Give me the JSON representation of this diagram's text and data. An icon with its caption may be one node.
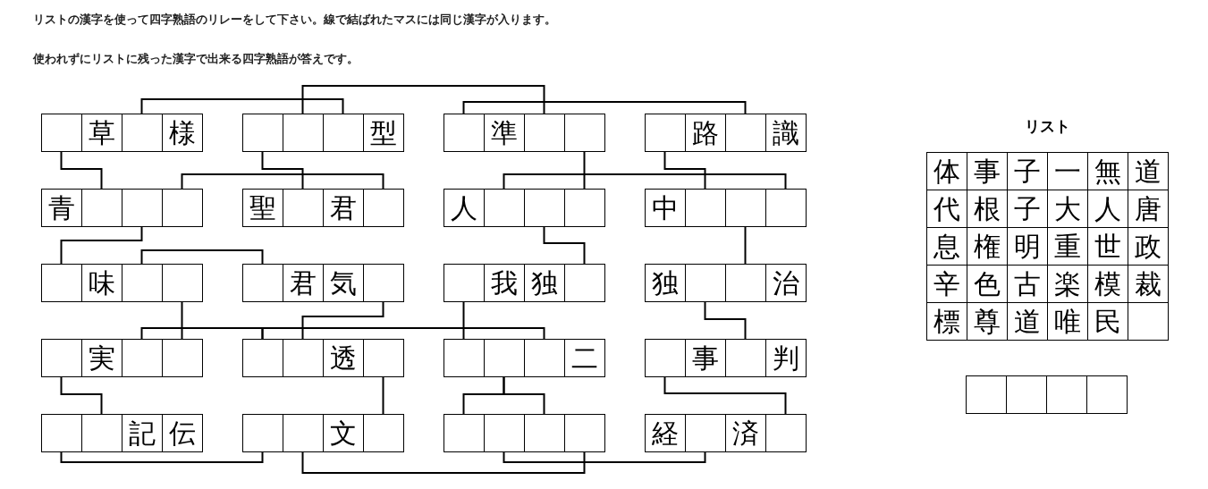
{
  "diagram": {
    "nodes": [
      {
        "text": [],
        "shape": "box"
      },
      {
        "text": [
          "草"
        ]
      },
      {
        "text": [],
        "shape": "box"
      },
      {
        "text": [
          "様"
        ]
      },
      {
        "text": [],
        "shape": "box"
      },
      {
        "text": [],
        "shape": "box"
      },
      {
        "text": [],
        "shape": "box"
      },
      {
        "text": [
          "型"
        ]
      },
      {
        "text": [],
        "shape": "box"
      },
      {
        "text": [
          "準"
        ]
      },
      {
        "text": [],
        "shape": "box"
      },
      {
        "text": [],
        "shape": "box"
      },
      {
        "text": [],
        "shape": "box"
      },
      {
        "text": [
          "路"
        ]
      },
      {
        "text": [],
        "shape": "box"
      },
      {
        "text": [
          "識"
        ]
      },
      {
        "text": [
          "青"
        ]
      },
      {
        "text": [],
        "shape": "box"
      },
      {
        "text": [],
        "shape": "box"
      },
      {
        "text": [],
        "shape": "box"
      },
      {
        "text": [
          "聖"
        ]
      },
      {
        "text": [],
        "shape": "box"
      },
      {
        "text": [
          "君"
        ]
      },
      {
        "text": [],
        "shape": "box"
      },
      {
        "text": [
          "人"
        ]
      },
      {
        "text": [],
        "shape": "box"
      },
      {
        "text": [],
        "shape": "box"
      },
      {
        "text": [],
        "shape": "box"
      },
      {
        "text": [
          "中"
        ]
      },
      {
        "text": [],
        "shape": "box"
      },
      {
        "text": [],
        "shape": "box"
      },
      {
        "text": [],
        "shape": "box"
      },
      {
        "text": [],
        "shape": "box"
      },
      {
        "text": [
          "味"
        ]
      },
      {
        "text": [],
        "shape": "box"
      },
      {
        "text": [],
        "shape": "box"
      },
      {
        "text": [],
        "shape": "box"
      },
      {
        "text": [
          "君"
        ]
      },
      {
        "text": [
          "気"
        ]
      },
      {
        "text": [],
        "shape": "box"
      },
      {
        "text": [],
        "shape": "box"
      },
      {
        "text": [
          "我"
        ]
      },
      {
        "text": [
          "独"
        ]
      },
      {
        "text": [],
        "shape": "box"
      },
      {
        "text": [
          "独"
        ]
      },
      {
        "text": [],
        "shape": "box"
      },
      {
        "text": [],
        "shape": "box"
      },
      {
        "text": [
          "治"
        ]
      },
      {
        "text": [],
        "shape": "box"
      },
      {
        "text": [
          "実"
        ]
      },
      {
        "text": [],
        "shape": "box"
      },
      {
        "text": [],
        "shape": "box"
      },
      {
        "text": [],
        "shape": "box"
      },
      {
        "text": [],
        "shape": "box"
      },
      {
        "text": [
          "透"
        ]
      },
      {
        "text": [],
        "shape": "box"
      },
      {
        "text": [],
        "shape": "box"
      },
      {
        "text": [],
        "shape": "box"
      },
      {
        "text": [],
        "shape": "box"
      },
      {
        "text": [
          "二"
        ]
      },
      {
        "text": [],
        "shape": "box"
      },
      {
        "text": [
          "事"
        ]
      },
      {
        "text": [],
        "shape": "box"
      },
      {
        "text": [
          "判"
        ]
      },
      {
        "text": [],
        "shape": "box"
      },
      {
        "text": [],
        "shape": "box"
      },
      {
        "text": [
          "記"
        ]
      },
      {
        "text": [
          "伝"
        ]
      },
      {
        "text": [],
        "shape": "box"
      },
      {
        "text": [],
        "shape": "box"
      },
      {
        "text": [
          "文"
        ]
      },
      {
        "text": [],
        "shape": "box"
      },
      {
        "text": [],
        "shape": "box"
      },
      {
        "text": [],
        "shape": "box"
      },
      {
        "text": [],
        "shape": "box"
      },
      {
        "text": [],
        "shape": "box"
      },
      {
        "text": [
          "経"
        ]
      },
      {
        "text": [],
        "shape": "box"
      },
      {
        "text": [
          "済"
        ]
      },
      {
        "text": [],
        "shape": "box"
      },
      {
        "text": [
          "体"
        ]
      },
      {
        "text": [
          "事"
        ]
      },
      {
        "text": [
          "子"
        ]
      },
      {
        "text": [
          "一"
        ]
      },
      {
        "text": [
          "無"
        ]
      },
      {
        "text": [
          "道"
        ]
      },
      {
        "text": [
          "代"
        ]
      },
      {
        "text": [
          "根"
        ]
      },
      {
        "text": [
          "子"
        ]
      },
      {
        "text": [
          "大"
        ]
      },
      {
        "text": [
          "人"
        ]
      },
      {
        "text": [
          "唐"
        ]
      },
      {
        "text": [
          "息"
        ]
      },
      {
        "text": [
          "権"
        ]
      },
      {
        "text": [
          "明"
        ]
      },
      {
        "text": [
          "重"
        ]
      },
      {
        "text": [
          "世"
        ]
      },
      {
        "text": [
          "政"
        ]
      },
      {
        "text": [
          "辛"
        ]
      },
      {
        "text": [
          "色"
        ]
      },
      {
        "text": [
          "古"
        ]
      },
      {
        "text": [
          "楽"
        ]
      },
      {
        "text": [
          "模"
        ]
      },
      {
        "text": [
          "裁"
        ]
      },
      {
        "text": [
          "標"
        ]
      },
      {
        "text": [
          "尊"
        ]
      },
      {
        "text": [
          "道"
        ]
      },
      {
        "text": [
          "唯"
        ]
      },
      {
        "text": [
          "民"
        ]
      },
      {
        "text": [],
        "shape": "box"
      },
      {
        "text": [],
        "shape": "box"
      },
      {
        "text": [],
        "shape": "box"
      },
      {
        "text": [],
        "shape": "box"
      },
      {
        "text": [],
        "shape": "box"
      }
    ],
    "edges": [
      {
        "from": 5,
        "to": 10,
        "arrow": "none"
      },
      {
        "from": 2,
        "to": 6,
        "arrow": "none"
      },
      {
        "from": 8,
        "to": 14,
        "arrow": "none"
      },
      {
        "from": 0,
        "to": 17,
        "arrow": "none"
      },
      {
        "from": 4,
        "to": 21,
        "arrow": "none"
      },
      {
        "from": 19,
        "to": 23,
        "arrow": "none"
      },
      {
        "from": 11,
        "to": 27,
        "arrow": "none"
      },
      {
        "from": 25,
        "to": 31,
        "arrow": "none"
      },
      {
        "from": 12,
        "to": 29,
        "arrow": "none"
      },
      {
        "from": 18,
        "to": 32,
        "arrow": "none"
      },
      {
        "from": 34,
        "to": 36,
        "arrow": "none"
      },
      {
        "from": 26,
        "to": 43,
        "arrow": "none"
      },
      {
        "from": 30,
        "to": 46,
        "arrow": "none"
      },
      {
        "from": 35,
        "to": 51,
        "arrow": "none"
      },
      {
        "from": 39,
        "to": 53,
        "arrow": "none"
      },
      {
        "from": 40,
        "to": 56,
        "arrow": "none"
      },
      {
        "from": 45,
        "to": 62,
        "arrow": "none"
      },
      {
        "from": 50,
        "to": 52,
        "arrow": "none"
      },
      {
        "from": 52,
        "to": 58,
        "arrow": "none"
      },
      {
        "from": 48,
        "to": 65,
        "arrow": "none"
      },
      {
        "from": 55,
        "to": 71,
        "arrow": "none"
      },
      {
        "from": 57,
        "to": 72,
        "arrow": "none"
      },
      {
        "from": 57,
        "to": 74,
        "arrow": "none"
      },
      {
        "from": 60,
        "to": 79,
        "arrow": "none"
      },
      {
        "from": 64,
        "to": 68,
        "arrow": "none"
      },
      {
        "from": 69,
        "to": 75,
        "arrow": "none"
      },
      {
        "from": 73,
        "to": 77,
        "arrow": "none"
      }
    ],
    "labels": [
      "リストの漢字を使って四字熟語のリレーをして下さい。線で結ばれたマスには同じ漢字が入ります。",
      "使われずにリストに残った漢字で出来る四字熟語が答えです。",
      "リスト"
    ]
  }
}
